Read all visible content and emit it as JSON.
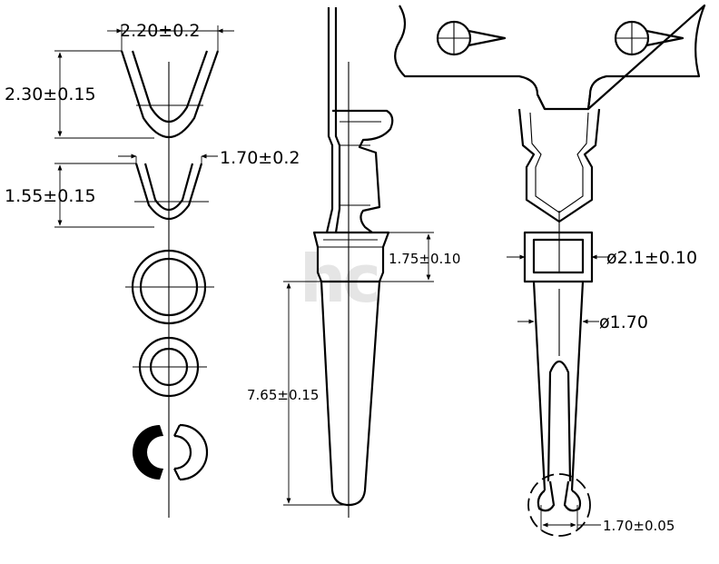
{
  "dimensions": {
    "top_width": "2.20±0.2",
    "top_height": "2.30±0.15",
    "mid_width": "1.70±0.2",
    "mid_height": "1.55±0.15",
    "collar_height": "1.75±0.10",
    "pin_length": "7.65±0.15",
    "collar_dia": "ø2.1±0.10",
    "pin_dia": "ø1.70",
    "tip_width": "1.70±0.05"
  },
  "watermark": "hc",
  "colors": {
    "line": "#000000",
    "watermark": "#d4d4d4",
    "background": "#ffffff"
  }
}
